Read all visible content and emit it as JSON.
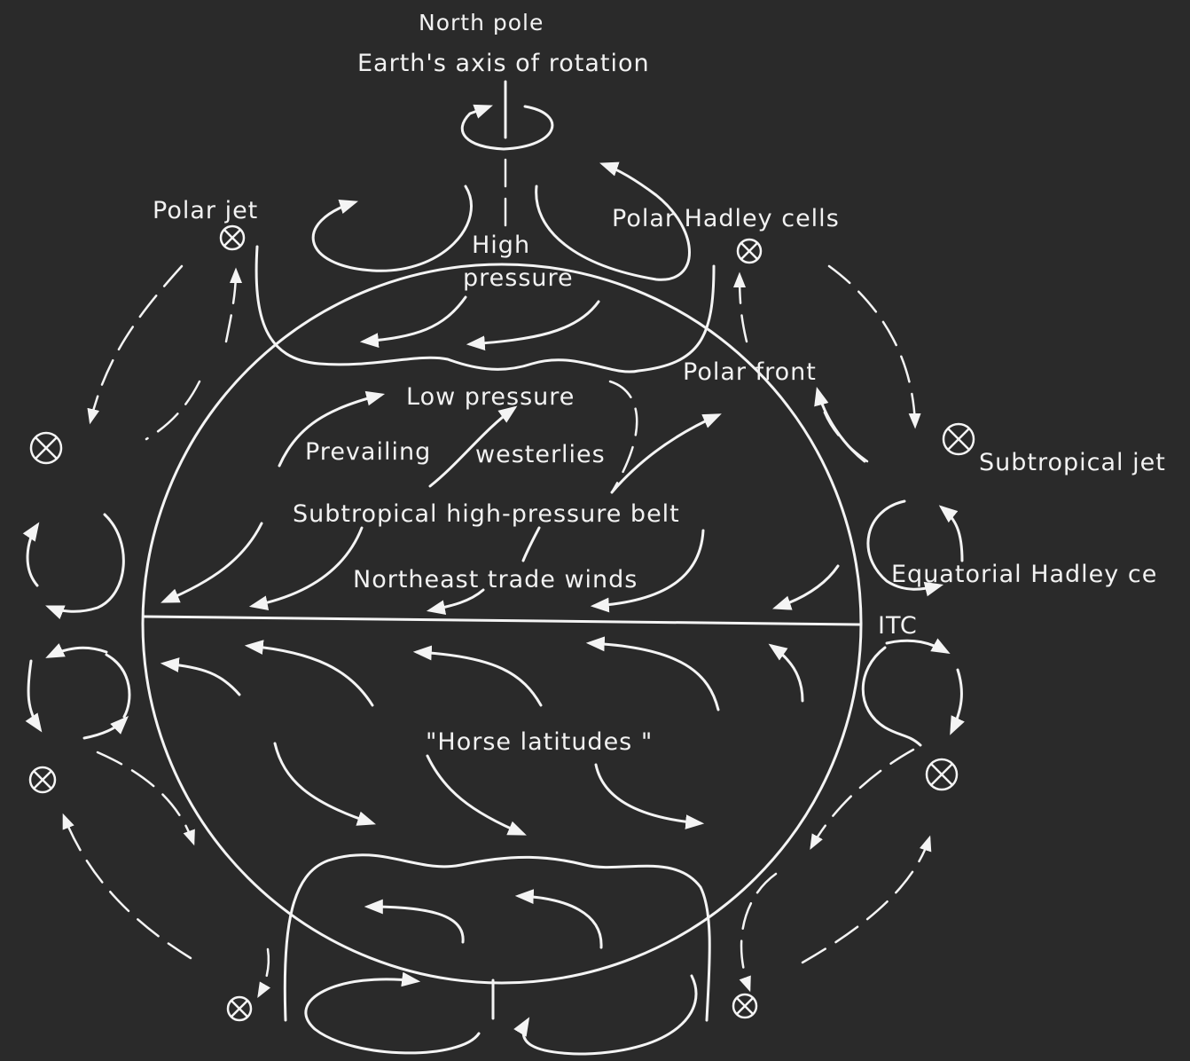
{
  "labels": {
    "north_pole": "North pole",
    "axis": "Earth's axis of rotation",
    "polar_jet": "Polar jet",
    "polar_hadley_cells": "Polar Hadley cells",
    "high_pressure_1": "High",
    "high_pressure_2": "pressure",
    "polar_front": "Polar front",
    "low_pressure": "Low pressure",
    "prevailing": "Prevailing",
    "westerlies": "westerlies",
    "subtropical_jet": "Subtropical jet",
    "subtropical_belt": "Subtropical high-pressure belt",
    "equatorial_hadley": "Equatorial Hadley ce",
    "trade_winds": "Northeast trade winds",
    "itc": "ITC",
    "horse_latitudes": "\"Horse latitudes \""
  },
  "colors": {
    "background": "#2a2a2a",
    "line": "#f4f4f4"
  },
  "icons": [
    "jet-stream-symbol-icon",
    "arrow-icon"
  ]
}
